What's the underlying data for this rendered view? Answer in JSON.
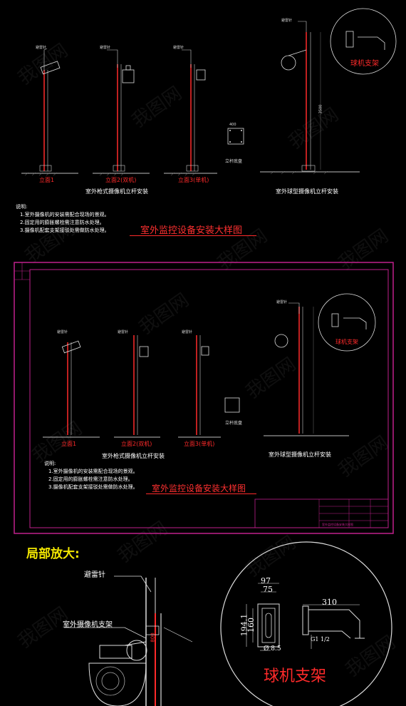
{
  "top_sheet": {
    "lightning_rod": "避雷针",
    "elevation1": "立面1",
    "elevation2": "立面2(双机)",
    "elevation3": "立面3(单机)",
    "gun_caption": "室外枪式摄像机立杆安装",
    "dome_caption": "室外球型摄像机立杆安装",
    "pole_base": "立杆底盘",
    "bracket_title": "球机支架",
    "main_title": "室外监控设备安装大样图",
    "notes_head": "说明:",
    "notes": [
      "1.室外摄像机的安装需配合现场的景观。",
      "2.固定用的膨胀螺栓需注意防水处理。",
      "3.摄像机配套支架接驳处需做防水处理。"
    ],
    "dim_400": "400",
    "dim_3500": "3500"
  },
  "bottom_sheet": {
    "lightning_rod": "避雷针",
    "elevation1": "立面1",
    "elevation2": "立面2(双机)",
    "elevation3": "立面3(单机)",
    "gun_caption": "室外枪式摄像机立杆安装",
    "dome_caption": "室外球型摄像机立杆安装",
    "pole_base": "立杆底盘",
    "bracket_title": "球机支架",
    "main_title": "室外监控设备安装大样图",
    "notes_head": "说明:",
    "notes": [
      "1.室外摄像机的安装需配合现场的景观。",
      "2.固定用的膨胀螺栓需注意防水处理。",
      "3.摄像机配套支架接驳处需做防水处理。"
    ],
    "titleblock_name": "室外监控设备安装大样图"
  },
  "zoom": {
    "heading": "局部放大:",
    "lightning_rod": "避雷针",
    "camera_bracket": "室外摄像机支架",
    "bracket_title": "球机支架",
    "dim_97": "97",
    "dim_75": "75",
    "dim_194": "194.1",
    "dim_160": "160",
    "dim_8_5": "Ø 8.5",
    "dim_310": "310",
    "dim_g12": "G1 1/2",
    "dim_800": "800"
  },
  "watermark": "我图网",
  "colors": {
    "background": "#000000",
    "accent_red": "#ff2a2a",
    "frame_magenta": "#c0208c",
    "heading_yellow": "#f2e600"
  }
}
